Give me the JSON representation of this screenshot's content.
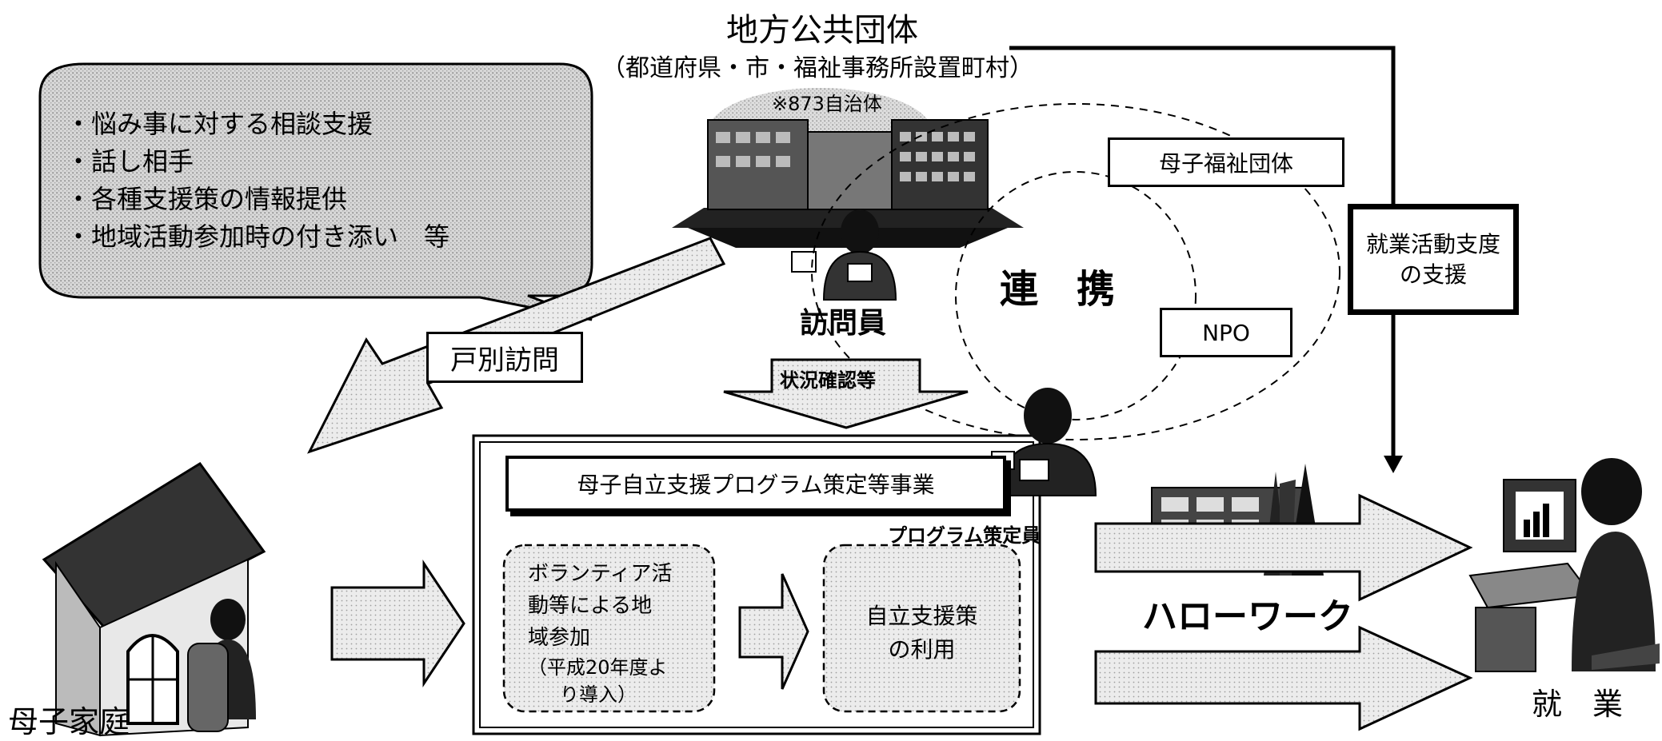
{
  "org": {
    "title": "地方公共団体",
    "subtitle": "（都道府県・市・福祉事務所設置町村）",
    "count_note": "※873自治体"
  },
  "consult": {
    "items": [
      "・悩み事に対する相談支援",
      "・話し相手",
      "・各種支援策の情報提供",
      "・地域活動参加時の付き添い　等"
    ]
  },
  "partners": {
    "boshi": "母子福祉団体",
    "npo": "NPO",
    "renkei": "連　携"
  },
  "visitor": {
    "label": "訪問員"
  },
  "arrows": {
    "kobetsu": "戸別訪問",
    "jokyo": "状況確認等"
  },
  "employment_support": {
    "line1": "就業活動支度",
    "line2": "の支援"
  },
  "program": {
    "banner": "母子自立支援プログラム策定等事業",
    "planner": "プログラム策定員",
    "volunteer_lines": [
      "ボランティア活",
      "動等による地",
      "域参加"
    ],
    "volunteer_note_lines": [
      "（平成20年度よ",
      "り導入）"
    ],
    "self_support_lines": [
      "自立支援策",
      "の利用"
    ]
  },
  "hellowork": {
    "label": "ハローワーク"
  },
  "family": {
    "label": "母子家庭"
  },
  "job": {
    "label": "就　業"
  },
  "colors": {
    "ink": "#000000",
    "halftone": "#d2d2d2",
    "arrow_fill": "#e6e6e6",
    "dashed_fill": "#e2e2e2"
  },
  "icons": [
    "building-icon",
    "house-icon",
    "office-trees-icon",
    "computer-worker-icon",
    "visitor-person-icon",
    "planner-person-icon"
  ]
}
